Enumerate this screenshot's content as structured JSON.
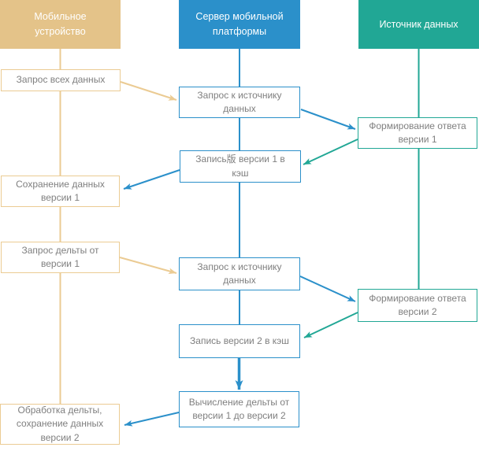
{
  "diagram": {
    "lanes": [
      {
        "title": "Мобильное устройство",
        "color": "#E4C389"
      },
      {
        "title": "Сервер мобильной платформы",
        "color": "#2B90CA"
      },
      {
        "title": "Источник данных",
        "color": "#21A795"
      }
    ],
    "steps": [
      {
        "label": "Запрос всех данных",
        "lane": "Мобильное устройство"
      },
      {
        "label": "Запрос к источнику данных",
        "lane": "Сервер мобильной платформы"
      },
      {
        "label": "Формирование ответа версии 1",
        "lane": "Источник данных"
      },
      {
        "label": "Запись版 версии 1 в кэш",
        "lane": "Сервер мобильной платформы"
      },
      {
        "label": "Сохранение данных версии 1",
        "lane": "Мобильное устройство"
      },
      {
        "label": "Запрос дельты от версии 1",
        "lane": "Мобильное устройство"
      },
      {
        "label": "Запрос к источнику данных",
        "lane": "Сервер мобильной платформы"
      },
      {
        "label": "Формирование ответа версии 2",
        "lane": "Источник данных"
      },
      {
        "label": "Запись версии 2 в кэш",
        "lane": "Сервер мобильной платформы"
      },
      {
        "label": "Вычисление дельты от версии 1 до версии 2",
        "lane": "Сервер мобильной платформы"
      },
      {
        "label": "Обработка дельты, сохранение данных версии 2",
        "lane": "Мобильное устройство"
      }
    ],
    "flows": [
      {
        "from": 0,
        "to": 1,
        "color": "tan"
      },
      {
        "from": 1,
        "to": 2,
        "color": "blue"
      },
      {
        "from": 2,
        "to": 3,
        "color": "teal"
      },
      {
        "from": 3,
        "to": 4,
        "color": "blue"
      },
      {
        "from": 5,
        "to": 6,
        "color": "tan"
      },
      {
        "from": 6,
        "to": 7,
        "color": "blue"
      },
      {
        "from": 7,
        "to": 8,
        "color": "teal"
      },
      {
        "from": 8,
        "to": 9,
        "color": "blue"
      },
      {
        "from": 9,
        "to": 10,
        "color": "blue"
      }
    ],
    "colors": {
      "tan_header": "#E4C389",
      "tan_accent": "#EBCB93",
      "blue": "#2B90CA",
      "teal": "#21A795",
      "step_text": "#7F7F7F",
      "header_text": "#FFFFFF",
      "background": "#FFFFFF"
    }
  }
}
